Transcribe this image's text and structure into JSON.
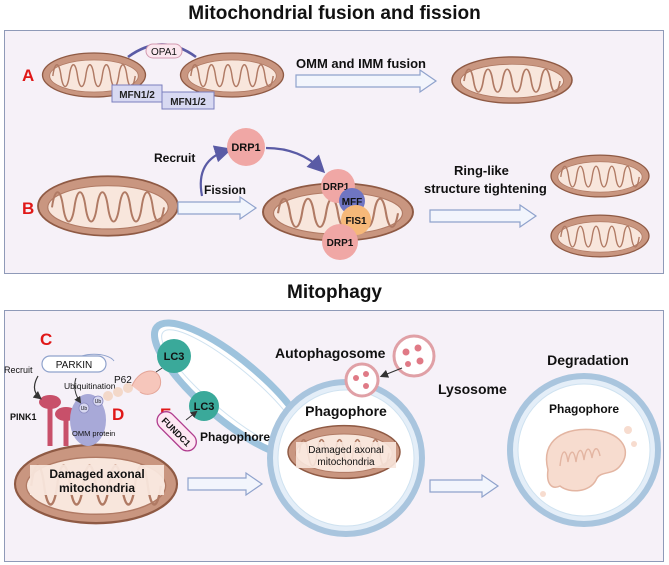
{
  "titles": {
    "fusion": "Mitochondrial fusion and fission",
    "mitophagy": "Mitophagy"
  },
  "fusion_panel": {
    "letter_a": "A",
    "letter_b": "B",
    "opa1": "OPA1",
    "mfn_left": "MFN1/2",
    "mfn_right": "MFN1/2",
    "fusion_caption": "OMM and IMM fusion",
    "drp1_top": "DRP1",
    "recruit": "Recruit",
    "fission": "Fission",
    "drp1_mid": "DRP1",
    "mff": "MFF",
    "fis1": "FIS1",
    "drp1_bottom": "DRP1",
    "ring_line1": "Ring-like",
    "ring_line2": "structure tightening"
  },
  "mitophagy_panel": {
    "letter_c": "C",
    "letter_d": "D",
    "letter_e": "E",
    "parkin": "PARKIN",
    "recruit": "Recruit",
    "ubiquitination": "Ubiquitination",
    "ub1": "Ub",
    "ub2": "Ub",
    "p62": "P62",
    "lc3_top": "LC3",
    "lc3_bottom": "LC3",
    "omm_protein": "OMM protein",
    "pink1": "PINK1",
    "fundc1": "FUNDC1",
    "phagophore_small": "Phagophore",
    "damaged_line1": "Damaged axonal",
    "damaged_line2": "mitochondria",
    "autophagosome": "Autophagosome",
    "lysosome": "Lysosome",
    "phagophore_mid": "Phagophore",
    "damaged_mid_line1": "Damaged axonal",
    "damaged_mid_line2": "mitochondria",
    "degradation": "Degradation",
    "phagophore_right": "Phagophore"
  },
  "colors": {
    "panel_bg": "#f6f1f8",
    "panel_border": "#8f9ab8",
    "mito_outer": "#c99680",
    "mito_inner": "#f8e6dc",
    "drp1": "#f0a7a5",
    "mff": "#6f75c2",
    "fis1": "#f6b879",
    "lc3": "#3aa99a",
    "letters": "#e01818"
  }
}
